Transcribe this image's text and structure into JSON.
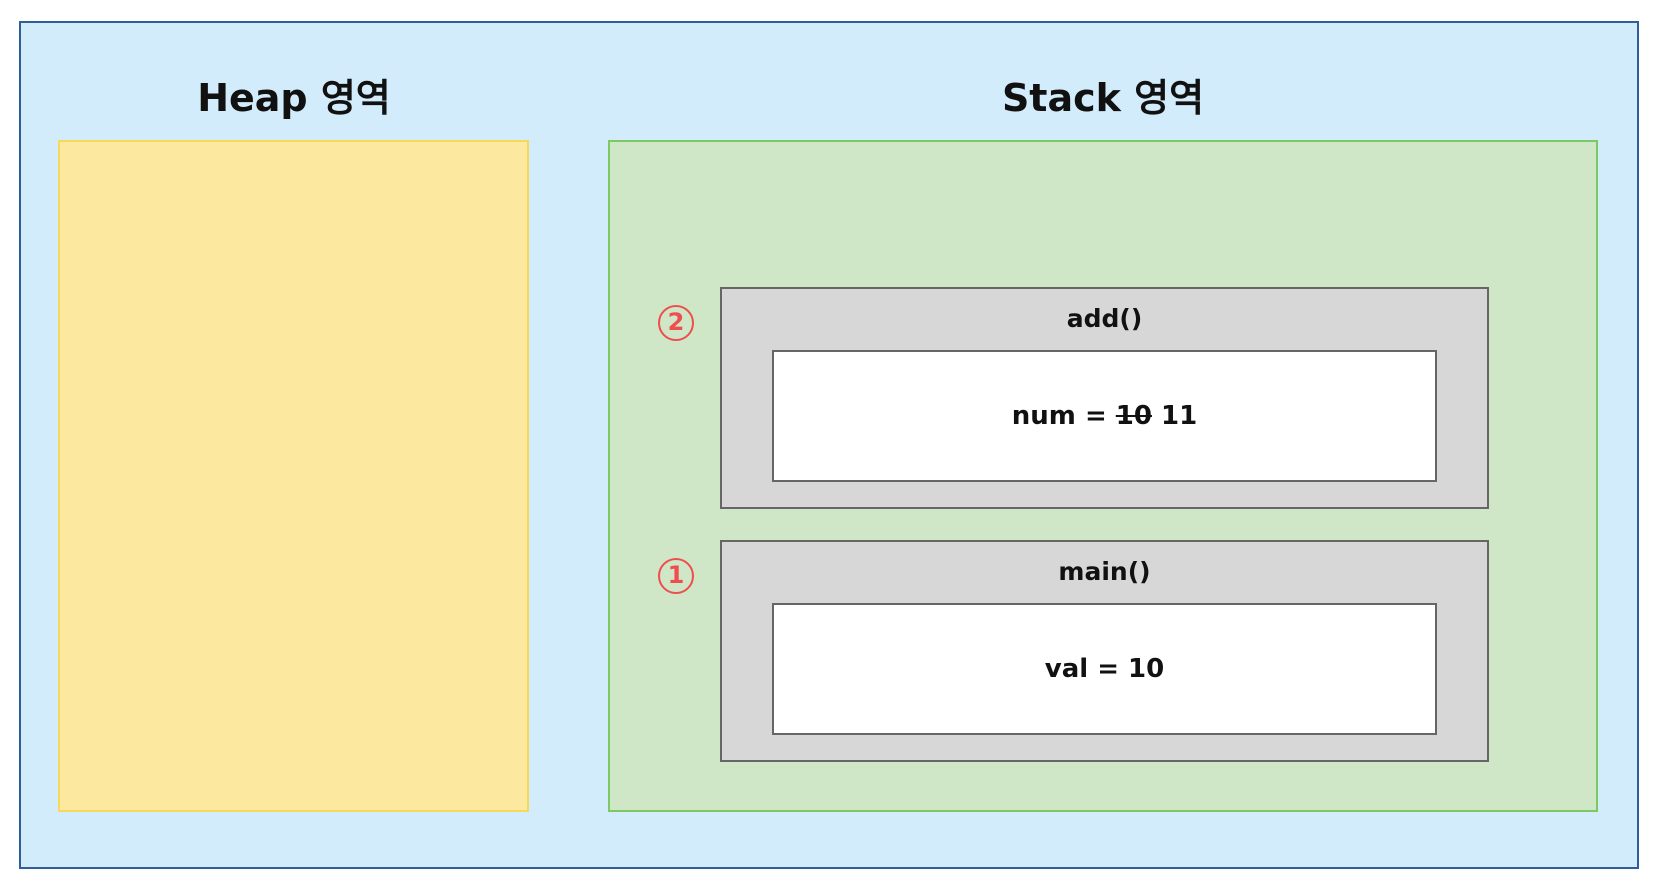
{
  "heap": {
    "title": "Heap 영역"
  },
  "stack": {
    "title": "Stack 영역",
    "frames": [
      {
        "order": "2",
        "name": "add()",
        "variable": {
          "name_prefix": "num = ",
          "old_value": "10",
          "new_value": "11"
        }
      },
      {
        "order": "1",
        "name": "main()",
        "variable": {
          "text": "val = 10"
        }
      }
    ]
  },
  "colors": {
    "background": "#d2ecfb",
    "heap_fill": "#fce89f",
    "stack_fill": "#d0e7c7",
    "frame_fill": "#d7d7d7",
    "marker": "#ee4e4e"
  }
}
